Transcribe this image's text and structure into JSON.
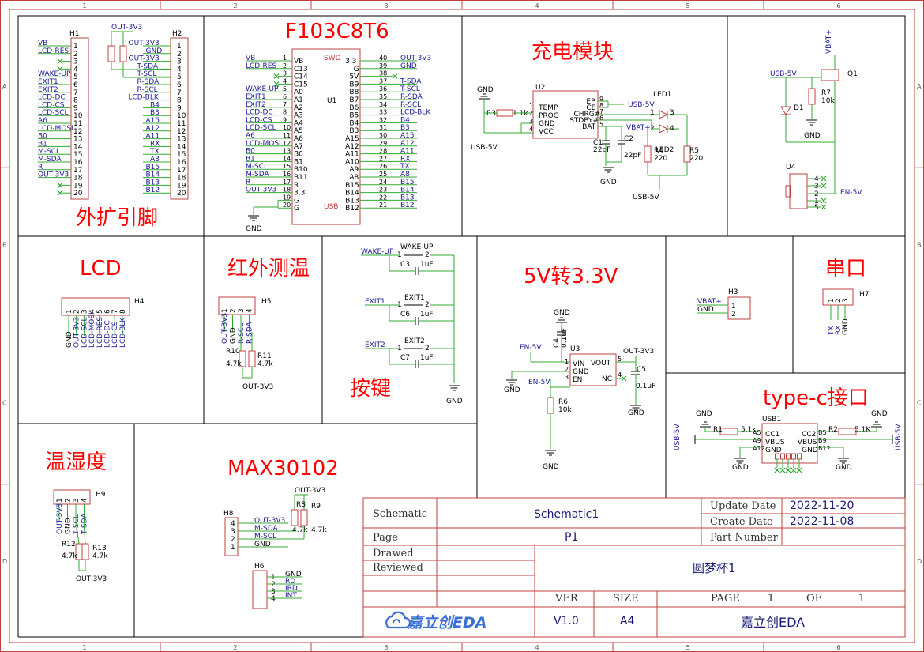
{
  "rulers": {
    "columns": [
      "1",
      "2",
      "3",
      "4",
      "5",
      "6"
    ],
    "rows": [
      "A",
      "B",
      "C",
      "D"
    ]
  },
  "sections": {
    "header_ext": "外扩引脚",
    "mcu": "F103C8T6",
    "charge": "充电模块",
    "lcd": "LCD",
    "ir_temp": "红外测温",
    "keys": "按键",
    "ldo": "5V转3.3V",
    "uart": "串口",
    "typec": "type-c接口",
    "hum": "温湿度",
    "max": "MAX30102"
  },
  "h1": {
    "ref": "H1",
    "labels": [
      "VB",
      "LCD-RES",
      "",
      "",
      "WAKE-UP",
      "EXIT1",
      "EXIT2",
      "LCD-DC",
      "LCD-CS",
      "LCD-SCL",
      "A6",
      "LCD-MOSI",
      "B0",
      "B1",
      "M-SCL",
      "M-SDA",
      "R",
      "OUT-3V3",
      "",
      ""
    ],
    "pins": [
      "1",
      "2",
      "3",
      "4",
      "5",
      "6",
      "7",
      "8",
      "9",
      "10",
      "11",
      "12",
      "13",
      "14",
      "15",
      "16",
      "17",
      "18",
      "19",
      "20"
    ]
  },
  "h2": {
    "ref": "H2",
    "top_label": "OUT-3V3",
    "labels": [
      "OUT-3V3",
      "GND",
      "OUT-3V3",
      "T-SDA",
      "T-SCL",
      "R-SDA",
      "R-SCL",
      "LCD-BLK",
      "B4",
      "B3",
      "A15",
      "A12",
      "A11",
      "RX",
      "TX",
      "A8",
      "B15",
      "B14",
      "B13",
      "B12"
    ],
    "pins": [
      "1",
      "2",
      "3",
      "4",
      "5",
      "6",
      "7",
      "8",
      "9",
      "10",
      "11",
      "12",
      "13",
      "14",
      "15",
      "16",
      "17",
      "18",
      "19",
      "20"
    ]
  },
  "u1": {
    "ref": "U1",
    "swd": "SWD",
    "usb": "USB",
    "gnd": "GND",
    "left_names": [
      "VB",
      "C13",
      "C14",
      "C15",
      "A0",
      "A1",
      "A2",
      "A3",
      "A4",
      "A5",
      "A6",
      "A7",
      "B0",
      "B1",
      "B10",
      "B11",
      "R",
      "3.3",
      "G",
      "G"
    ],
    "left_nets": [
      "VB",
      "LCD-RES",
      "",
      "",
      "WAKE-UP",
      "EXIT1",
      "EXIT2",
      "LCD-DC",
      "LCD-CS",
      "LCD-SCL",
      "A6",
      "LCD-MOSI",
      "B0",
      "B1",
      "M-SCL",
      "M-SDA",
      "R",
      "OUT-3V3",
      "",
      ""
    ],
    "left_pins": [
      "1",
      "2",
      "3",
      "4",
      "5",
      "6",
      "7",
      "8",
      "9",
      "10",
      "11",
      "12",
      "13",
      "14",
      "15",
      "16",
      "17",
      "18",
      "19",
      "20"
    ],
    "right_names": [
      "3.3",
      "G",
      "5V",
      "B9",
      "B8",
      "B7",
      "B6",
      "B5",
      "B4",
      "B3",
      "A15",
      "A12",
      "A11",
      "A10",
      "A9",
      "A8",
      "B15",
      "B14",
      "B13",
      "B12"
    ],
    "right_nets": [
      "OUT-3V3",
      "GND",
      "",
      "T-SDA",
      "T-SCL",
      "R-SDA",
      "R-SCL",
      "LCD-BLK",
      "B4",
      "B3",
      "A15",
      "A12",
      "A11",
      "RX",
      "TX",
      "A8",
      "B15",
      "B14",
      "B13",
      "B12"
    ],
    "right_pins": [
      "40",
      "39",
      "38",
      "37",
      "36",
      "35",
      "34",
      "33",
      "32",
      "31",
      "30",
      "29",
      "28",
      "27",
      "26",
      "25",
      "24",
      "23",
      "22",
      "21"
    ]
  },
  "charge": {
    "u2": "U2",
    "pins_left": [
      "TEMP",
      "PROG",
      "GND",
      "VCC"
    ],
    "pins_right": [
      "EP",
      "CE",
      "CHRG#",
      "STDBY#",
      "BAT"
    ],
    "pin_nums_left": [
      "1",
      "2",
      "3",
      "4"
    ],
    "pin_nums_right": [
      "9",
      "8",
      "7",
      "6",
      "5"
    ],
    "gnd": "GND",
    "r3": "R3",
    "r3_val": "1.1k",
    "usb5v": "USB-5V",
    "c1": "C1",
    "c1_val": "22pF",
    "c2": "C2",
    "c2_val": "22pF",
    "led1": "LED1",
    "led2": "LED2",
    "vbat": "VBAT+",
    "r4": "R4",
    "r4_val": "220",
    "r5": "R5",
    "r5_val": "220",
    "led_pins": [
      "1",
      "3",
      "2",
      "4"
    ]
  },
  "power": {
    "vbat": "VBAT+",
    "usb5v": "USB-5V",
    "q1": "Q1",
    "d1": "D1",
    "r7": "R7",
    "r7_val": "10k",
    "gnd": "GND",
    "u4": "U4",
    "u4_pins": [
      "4",
      "3",
      "2",
      "1",
      "5"
    ],
    "en": "EN-5V"
  },
  "lcd": {
    "ref": "H4",
    "pins": [
      "1",
      "2",
      "3",
      "4",
      "5",
      "6",
      "7",
      "8"
    ],
    "nets": [
      "GND",
      "OUT-3V3",
      "LCD-SCL",
      "LCD-MOSI",
      "LCD-RES",
      "LCD-DC",
      "LCD-CS",
      "LCD-BLK"
    ]
  },
  "ir": {
    "ref": "H5",
    "pins": [
      "1",
      "2",
      "3",
      "4"
    ],
    "nets": [
      "OUT-3V3",
      "GND",
      "R-SCL",
      "R-SDA"
    ],
    "r10": "R10",
    "r10_val": "4.7k",
    "r11": "R11",
    "r11_val": "4.7k",
    "out": "OUT-3V3"
  },
  "keys": {
    "rows": [
      {
        "net": "WAKE-UP",
        "sw": "WAKE-UP",
        "cap": "C3",
        "val": "1uF"
      },
      {
        "net": "EXIT1",
        "sw": "EXIT1",
        "cap": "C6",
        "val": "1uF"
      },
      {
        "net": "EXIT2",
        "sw": "EXIT2",
        "cap": "C7",
        "val": "1uF"
      }
    ],
    "sw_pins": [
      "1",
      "2"
    ],
    "gnd": "GND"
  },
  "ldo": {
    "gnd_top": "GND",
    "c4": "C4",
    "c4_val": "0.1uF",
    "en5v": "EN-5V",
    "u3": "U3",
    "pins_left": [
      "VIN",
      "GND",
      "EN"
    ],
    "pin_nums_left": [
      "1",
      "2",
      "3"
    ],
    "vout": "VOUT",
    "nc": "NC",
    "pin_nums_right": [
      "5",
      "4"
    ],
    "out": "OUT-3V3",
    "c5": "C5",
    "c5_val": "0.1uF",
    "r6": "R6",
    "r6_val": "10k",
    "gnd": "GND"
  },
  "bat": {
    "ref": "H3",
    "nets": [
      "VBAT+",
      "GND"
    ],
    "pins": [
      "1",
      "2"
    ]
  },
  "uart": {
    "ref": "H7",
    "pins": [
      "1",
      "2",
      "3"
    ],
    "nets": [
      "TX",
      "RX",
      "GND"
    ]
  },
  "typec": {
    "ref": "USB1",
    "gnd": "GND",
    "r1": "R1",
    "r1_val": "5.1k",
    "r2": "R2",
    "r2_val": "5.1K",
    "pins_left": [
      "CC1",
      "VBUS",
      "GND"
    ],
    "pins_right": [
      "CC2",
      "VBUS",
      "GND"
    ],
    "nums_left": [
      "A5",
      "A9",
      "A12"
    ],
    "nums_right": [
      "B5",
      "B9",
      "B12"
    ],
    "usb5v": "USB-5V"
  },
  "hum": {
    "ref": "H9",
    "pins": [
      "1",
      "2",
      "3",
      "4"
    ],
    "nets": [
      "OUT-3V3",
      "GND",
      "T-SCL",
      "T-SDA"
    ],
    "r12": "R12",
    "r12_val": "4.7k",
    "r13": "R13",
    "r13_val": "4.7k",
    "out": "OUT-3V3"
  },
  "max": {
    "h8": "H8",
    "h8_pins": [
      "4",
      "3",
      "2",
      "1"
    ],
    "h8_nets": [
      "OUT-3V3",
      "M-SDA",
      "M-SCL",
      "GND"
    ],
    "out_top": "OUT-3V3",
    "r8": "R8",
    "r8_val": "4.7k",
    "r9": "R9",
    "r9_val": "4.7k",
    "h6": "H6",
    "h6_pins": [
      "1",
      "2",
      "3",
      "4"
    ],
    "h6_nets": [
      "GND",
      "RD",
      "IRD",
      "INT"
    ]
  },
  "title_block": {
    "schematic_label": "Schematic",
    "schematic_value": "Schematic1",
    "page_label": "Page",
    "page_value": "P1",
    "drawed": "Drawed",
    "reviewed": "Reviewed",
    "update_label": "Update Date",
    "update_value": "2022-11-20",
    "create_label": "Create Date",
    "create_value": "2022-11-08",
    "part_label": "Part Number",
    "project": "圆梦杯1",
    "ver_label": "VER",
    "ver_value": "V1.0",
    "size_label": "SIZE",
    "size_value": "A4",
    "page_of_label": "PAGE",
    "page_num": "1",
    "of_label": "OF",
    "page_total": "1",
    "logo_text": "嘉立创EDA",
    "company": "嘉立创EDA"
  }
}
